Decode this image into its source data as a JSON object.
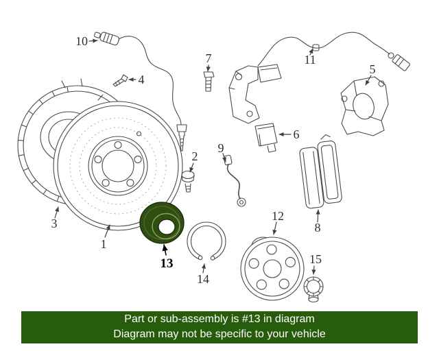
{
  "diagram": {
    "highlighted_part": "13",
    "highlight_color": "#2f4f10",
    "highlight_ring_color": "#8fa06b",
    "line_color": "#4a4a4a",
    "labels": [
      {
        "text": "1",
        "part": "brake-rotor"
      },
      {
        "text": "2",
        "part": "rotor-bolt"
      },
      {
        "text": "3",
        "part": "splash-shield"
      },
      {
        "text": "4",
        "part": "shield-screw"
      },
      {
        "text": "5",
        "part": "caliper-housing"
      },
      {
        "text": "6",
        "part": "mounting-bracket"
      },
      {
        "text": "7",
        "part": "carrier-bolt"
      },
      {
        "text": "8",
        "part": "brake-pads"
      },
      {
        "text": "9",
        "part": "sensor-wire"
      },
      {
        "text": "10",
        "part": "abs-sensor"
      },
      {
        "text": "11",
        "part": "wear-sensor-cable"
      },
      {
        "text": "12",
        "part": "wheel-hub"
      },
      {
        "text": "13",
        "part": "wheel-bearing"
      },
      {
        "text": "14",
        "part": "snap-ring"
      },
      {
        "text": "15",
        "part": "lock-nut"
      }
    ]
  },
  "banner": {
    "line1": "Part or sub-assembly is #13 in diagram",
    "line2": "Diagram may not be specific to your vehicle",
    "bg_color": "#265c0b",
    "text_color": "#ffffff"
  }
}
